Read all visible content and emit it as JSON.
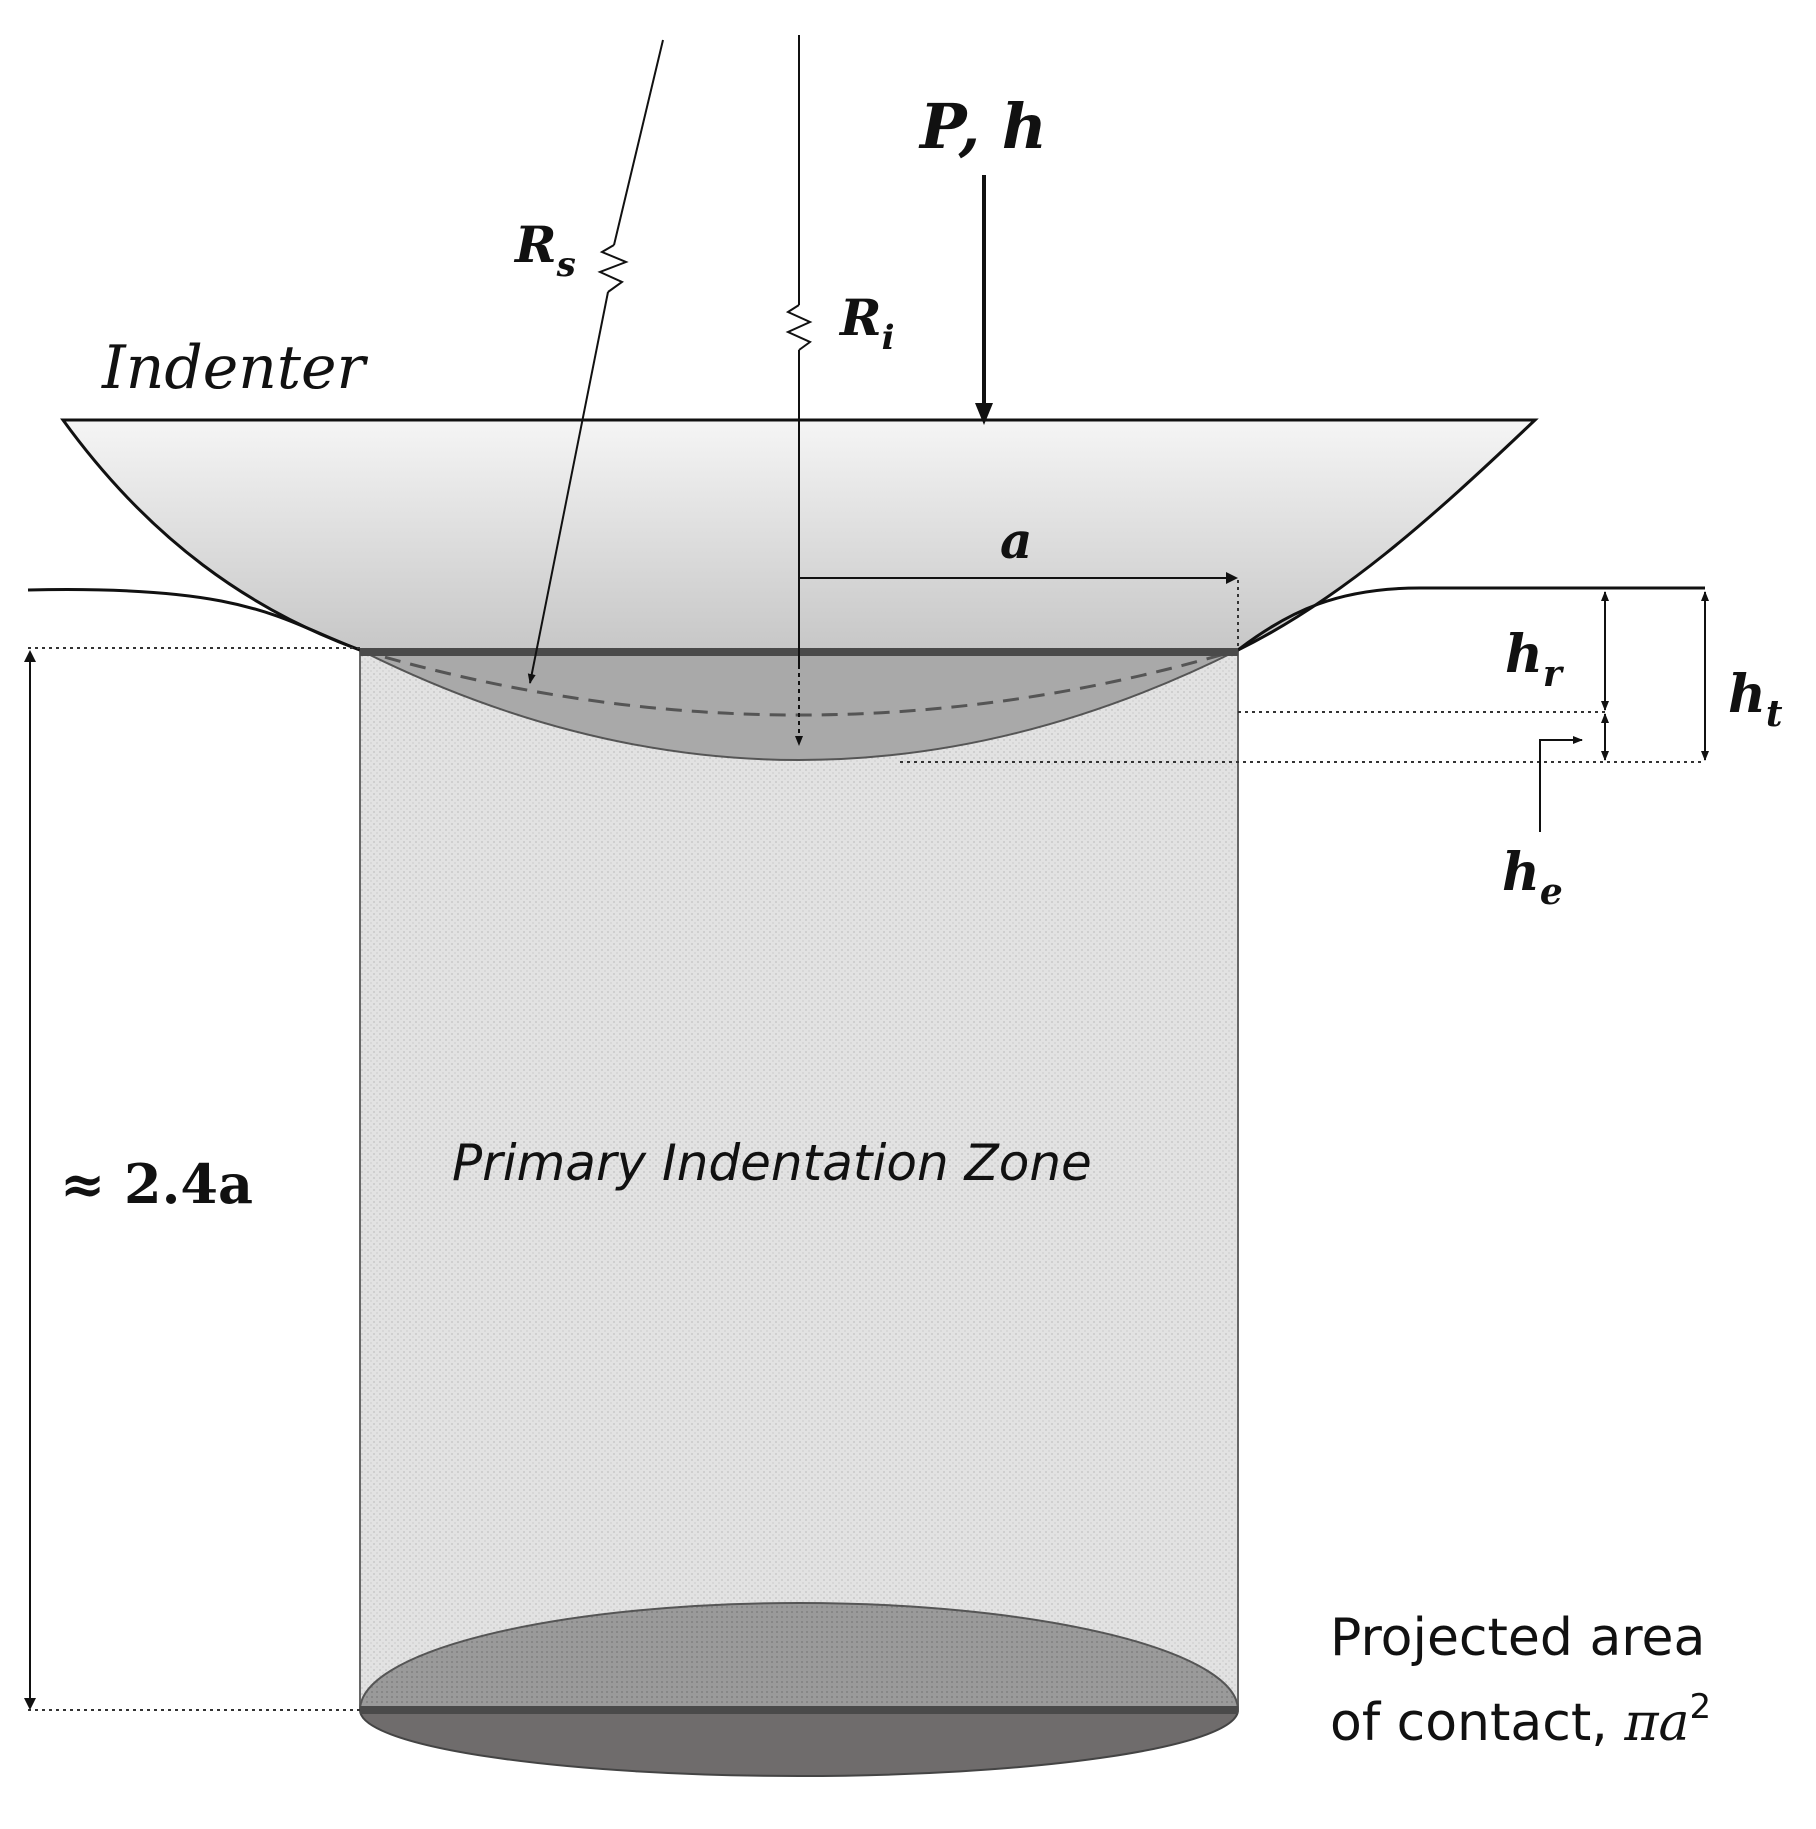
{
  "labels": {
    "indenter": "Indenter",
    "load_main": "P, h",
    "rs_base": "R",
    "rs_sub": "s",
    "ri_base": "R",
    "ri_sub": "i",
    "a": "a",
    "hr_base": "h",
    "hr_sub": "r",
    "ht_base": "h",
    "ht_sub": "t",
    "he_base": "h",
    "he_sub": "e",
    "depth": "≈ 2.4a",
    "zone": "Primary Indentation Zone",
    "projected_line1": "Projected area",
    "projected_line2_text": "of contact, ",
    "projected_line2_pi": "πa",
    "projected_line2_sup": "2"
  },
  "colors": {
    "indenter_fill_top": "#f4f4f4",
    "indenter_fill_bottom": "#c9c9c9",
    "zone_fill": "#dedede",
    "cap_fill": "#a0a0a0",
    "base_ellipse_fill": "#6f6c6c",
    "top_ellipse_fill": "#8f8d8d"
  }
}
